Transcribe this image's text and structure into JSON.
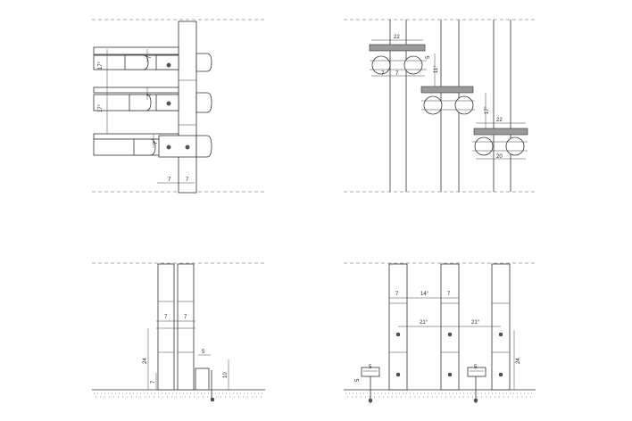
{
  "panels": [
    {
      "id": "bamboo-horizontal-elevation",
      "dims": [
        "17°",
        "17°",
        "7",
        "7",
        "7",
        "7",
        "7"
      ]
    },
    {
      "id": "bamboo-plan-clamps",
      "dims": [
        "22",
        "22",
        "20",
        "7",
        "7",
        "17°",
        "11°",
        "5"
      ]
    },
    {
      "id": "bamboo-post-side",
      "dims": [
        "7",
        "7",
        "24",
        "7",
        "5",
        "10"
      ]
    },
    {
      "id": "bamboo-post-front",
      "dims": [
        "7",
        "14°",
        "7",
        "21°",
        "21°",
        "5",
        "5",
        "24",
        "5"
      ]
    }
  ]
}
